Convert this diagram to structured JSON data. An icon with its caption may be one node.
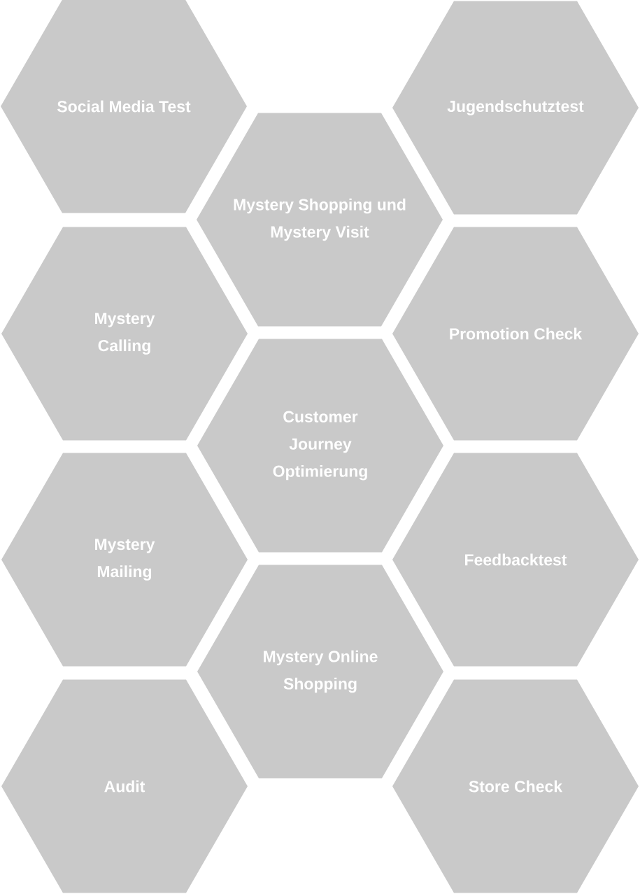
{
  "diagram": {
    "nodes": [
      {
        "text": [
          "Social Media Test"
        ]
      },
      {
        "text": [
          "Jugendschutztest"
        ]
      },
      {
        "text": [
          "Mystery Shopping und Mystery Visit"
        ]
      },
      {
        "text": [
          "Mystery Calling"
        ]
      },
      {
        "text": [
          "Promotion Check"
        ]
      },
      {
        "text": [
          "Customer Journey Optimierung"
        ]
      },
      {
        "text": [
          "Mystery Mailing"
        ]
      },
      {
        "text": [
          "Feedbacktest"
        ]
      },
      {
        "text": [
          "Mystery Online Shopping"
        ]
      },
      {
        "text": [
          "Audit"
        ]
      },
      {
        "text": [
          "Store Check"
        ]
      }
    ]
  }
}
